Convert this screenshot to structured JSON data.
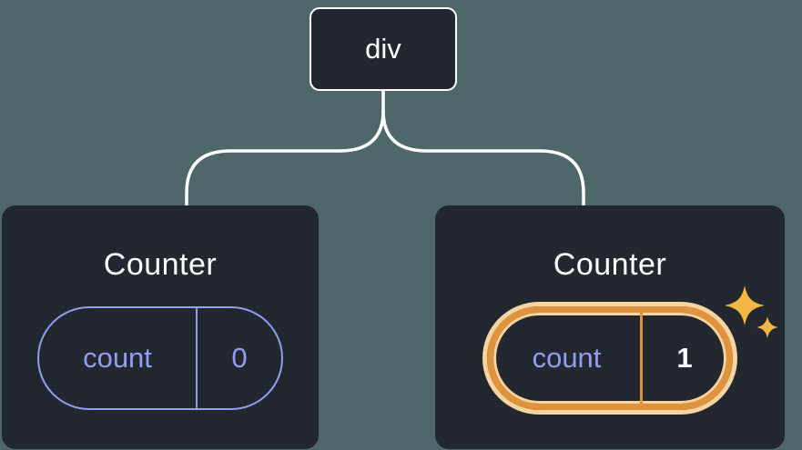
{
  "tree": {
    "root": {
      "label": "div"
    },
    "children": [
      {
        "title": "Counter",
        "state_key": "count",
        "state_value": "0",
        "highlighted": false
      },
      {
        "title": "Counter",
        "state_key": "count",
        "state_value": "1",
        "highlighted": true
      }
    ]
  },
  "icons": {
    "sparkles": "sparkles-icon"
  },
  "colors": {
    "background": "#4d676b",
    "node_fill": "#23272f",
    "node_border": "#ffffff",
    "state_accent": "#939df2",
    "highlight_ring": "#e0923c",
    "highlight_glow": "#f6d5a0",
    "sparkle": "#f2b644",
    "text": "#ffffff"
  }
}
